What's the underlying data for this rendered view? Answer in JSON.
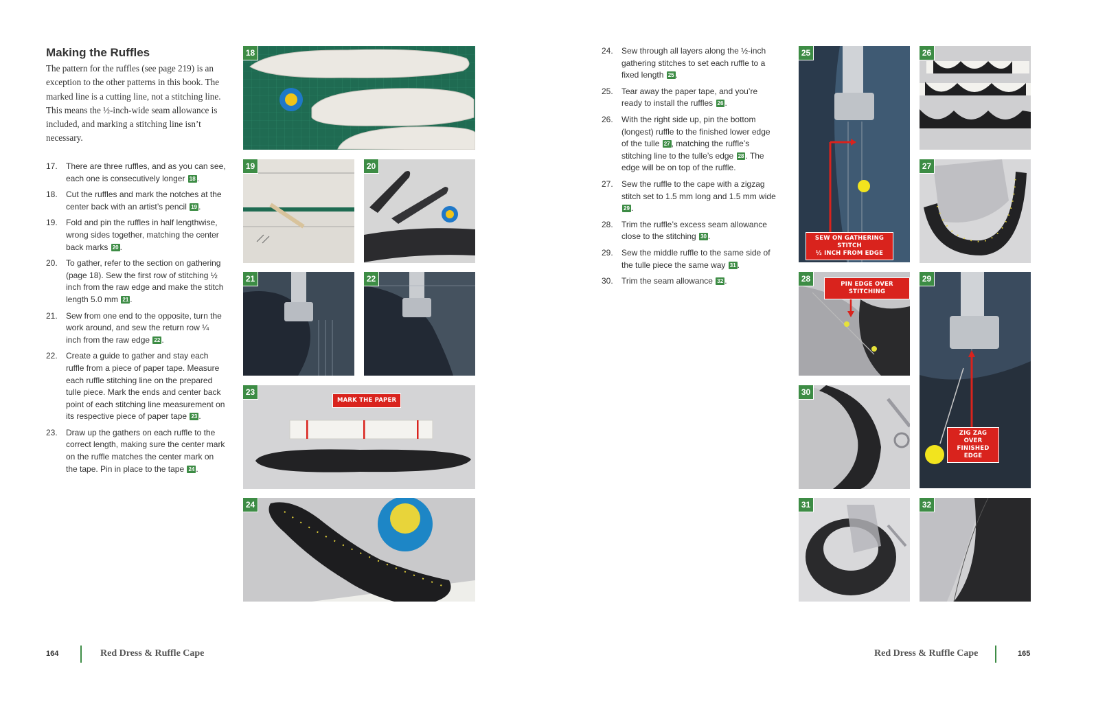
{
  "left_page": {
    "section_title": "Making the Ruffles",
    "intro": "The pattern for the ruffles (see page 219) is an exception to the other patterns in this book. The marked line is a cutting line, not a stitching line. This means the ½-inch-wide seam allowance is included, and marking a stitching line isn’t necessary.",
    "steps": [
      {
        "num": "17.",
        "text": "There are three ruffles, and as you can see, each one is consecutively longer",
        "ref": "18",
        "after": "."
      },
      {
        "num": "18.",
        "text": "Cut the ruffles and mark the notches at the center back with an artist’s pencil",
        "ref": "19",
        "after": "."
      },
      {
        "num": "19.",
        "text": "Fold and pin the ruffles in half lengthwise, wrong sides together, matching the center back marks",
        "ref": "20",
        "after": "."
      },
      {
        "num": "20.",
        "text": "To gather, refer to the section on gathering (page 18). Sew the first row of stitching ½ inch from the raw edge and make the stitch length 5.0 mm",
        "ref": "21",
        "after": "."
      },
      {
        "num": "21.",
        "text": "Sew from one end to the opposite, turn the work around, and sew the return row ¼ inch from the raw edge",
        "ref": "22",
        "after": "."
      },
      {
        "num": "22.",
        "text": "Create a guide to gather and stay each ruffle from a piece of paper tape. Measure each ruffle stitching line on the prepared tulle piece. Mark the ends and center back point of each stitching line measurement on its respective piece of paper tape",
        "ref": "23",
        "after": "."
      },
      {
        "num": "23.",
        "text": "Draw up the gathers on each ruffle to the correct length, making sure the center mark on the ruffle matches the center mark on the tape. Pin in place to the tape",
        "ref": "24",
        "after": "."
      }
    ],
    "photos": {
      "p18": "18",
      "p19": "19",
      "p20": "20",
      "p21": "21",
      "p22": "22",
      "p23": "23",
      "p24": "24"
    },
    "callout_23": "MARK THE PAPER",
    "footer_page": "164",
    "footer_title": "Red Dress & Ruffle Cape"
  },
  "right_page": {
    "steps": [
      {
        "num": "24.",
        "text": "Sew through all layers along the ½-inch gathering stitches to set each ruffle to a fixed length",
        "ref": "25",
        "after": "."
      },
      {
        "num": "25.",
        "text": "Tear away the paper tape, and you’re ready to install the ruffles",
        "ref": "26",
        "after": "."
      },
      {
        "num": "26.",
        "text": "With the right side up, pin the bottom (longest) ruffle to the finished lower edge of the tulle",
        "ref": "27",
        "after": ", matching the ruffle’s stitching line to the tulle’s edge",
        "ref2": "28",
        "after2": ". The edge will be on top of the ruffle."
      },
      {
        "num": "27.",
        "text": "Sew the ruffle to the cape with a zigzag stitch set to 1.5 mm long and 1.5 mm wide",
        "ref": "29",
        "after": "."
      },
      {
        "num": "28.",
        "text": "Trim the ruffle’s excess seam allowance close to the stitching",
        "ref": "30",
        "after": "."
      },
      {
        "num": "29.",
        "text": "Sew the middle ruffle to the same side of the tulle piece the same way",
        "ref": "31",
        "after": "."
      },
      {
        "num": "30.",
        "text": "Trim the seam allowance",
        "ref": "32",
        "after": "."
      }
    ],
    "photos": {
      "p25": "25",
      "p26": "26",
      "p27": "27",
      "p28": "28",
      "p29": "29",
      "p30": "30",
      "p31": "31",
      "p32": "32"
    },
    "callout_25_line1": "SEW ON GATHERING STITCH",
    "callout_25_line2": "½ INCH FROM EDGE",
    "callout_28": "PIN EDGE OVER STITCHING",
    "callout_29_line1": "ZIG ZAG OVER",
    "callout_29_line2": "FINISHED EDGE",
    "footer_page": "165",
    "footer_title": "Red Dress & Ruffle Cape"
  },
  "colors": {
    "accent_green": "#3d8c45",
    "callout_red": "#d9231d"
  }
}
